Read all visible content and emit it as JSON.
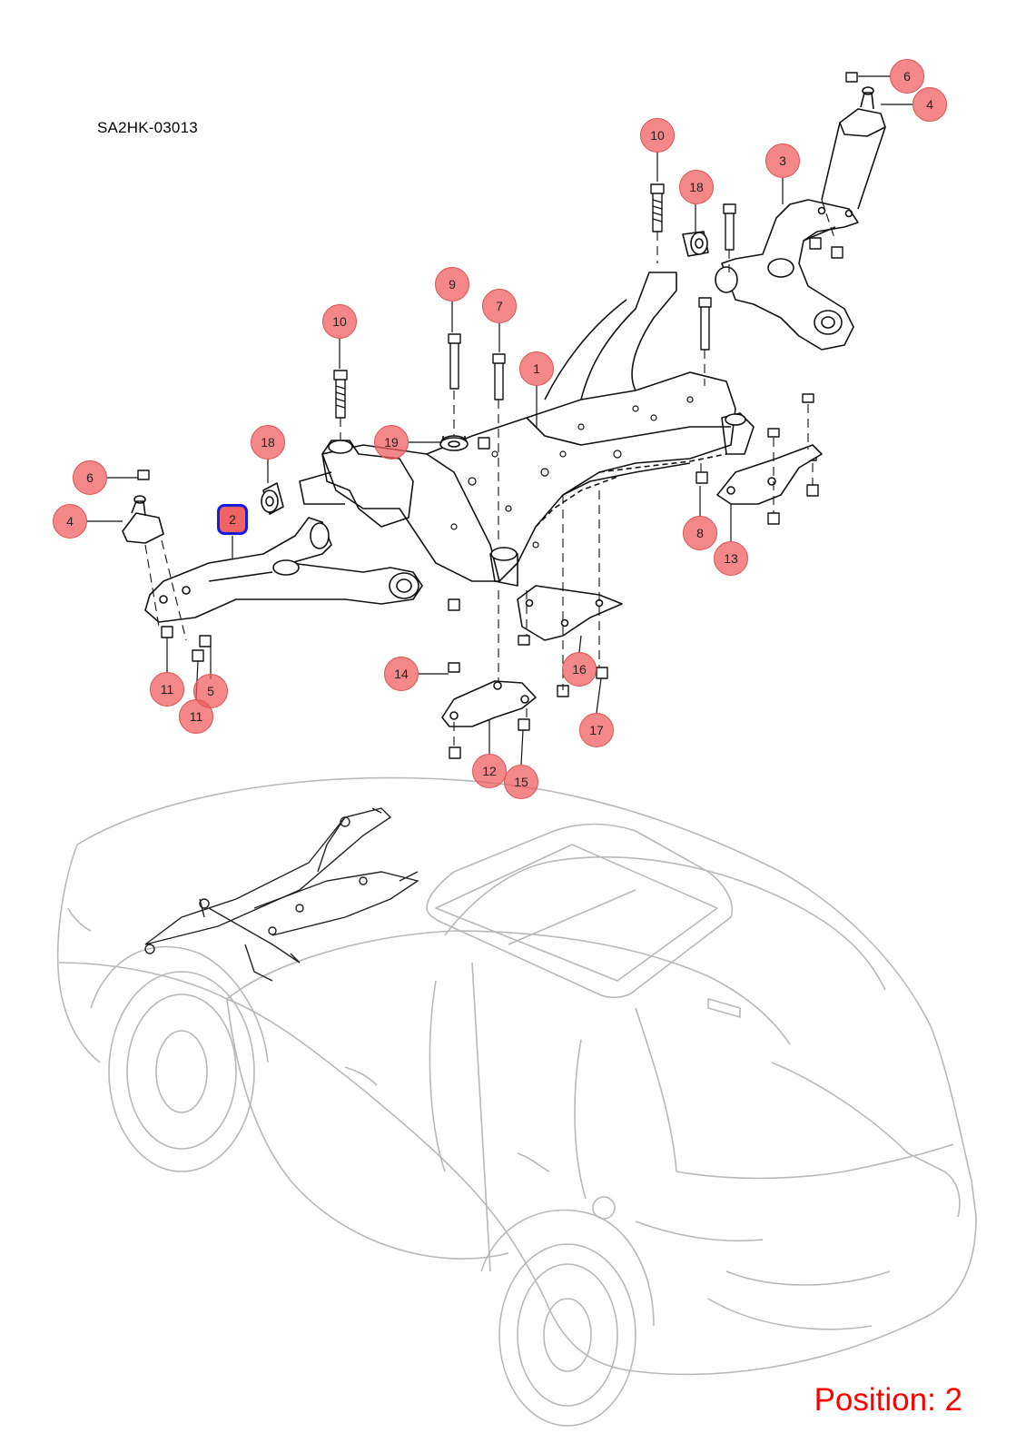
{
  "diagram_code": "SA2HK-03013",
  "position_label": "Position: 2",
  "selected_position": "2",
  "callouts": [
    {
      "label": "6"
    },
    {
      "label": "4"
    },
    {
      "label": "10"
    },
    {
      "label": "18"
    },
    {
      "label": "3"
    },
    {
      "label": "9"
    },
    {
      "label": "7"
    },
    {
      "label": "10"
    },
    {
      "label": "1"
    },
    {
      "label": "18"
    },
    {
      "label": "19"
    },
    {
      "label": "6"
    },
    {
      "label": "4"
    },
    {
      "label": "2"
    },
    {
      "label": "8"
    },
    {
      "label": "13"
    },
    {
      "label": "11"
    },
    {
      "label": "5"
    },
    {
      "label": "11"
    },
    {
      "label": "14"
    },
    {
      "label": "16"
    },
    {
      "label": "17"
    },
    {
      "label": "12"
    },
    {
      "label": "15"
    }
  ],
  "colors": {
    "callout_fill": "#f05a5a",
    "selected_border": "#1a1ae6",
    "position_text": "#ff0000",
    "car_outline": "#b8b8b8"
  }
}
